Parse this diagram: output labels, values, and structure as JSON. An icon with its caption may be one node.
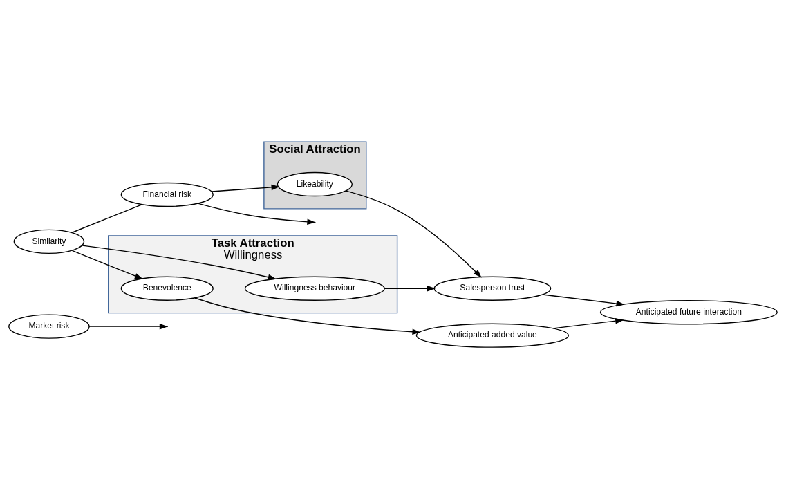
{
  "diagram": {
    "nodes": [
      {
        "text": [
          "Market risk"
        ]
      },
      {
        "text": [
          "Task Attraction",
          "Willingness"
        ]
      },
      {
        "text": [
          "Benevolence"
        ],
        "in": 1
      },
      {
        "text": [
          "Similarity"
        ]
      },
      {
        "text": [
          "Willingness behaviour"
        ],
        "in": 1
      },
      {
        "text": [
          "Financial risk"
        ]
      },
      {
        "text": [
          "Social Attraction"
        ]
      },
      {
        "text": [
          "Likeability"
        ],
        "in": 6
      },
      {
        "text": [
          "Salesperson trust"
        ]
      },
      {
        "text": [
          "Anticipated added value"
        ]
      },
      {
        "text": [
          "Anticipated future interaction"
        ]
      }
    ],
    "edges": [
      {
        "from": 0,
        "to": null,
        "arrow": "to"
      },
      {
        "from": 5,
        "to": null,
        "arrow": "to"
      },
      {
        "from": 3,
        "to": 2,
        "arrow": "to"
      },
      {
        "from": 3,
        "to": 4,
        "arrow": "to"
      },
      {
        "from": 3,
        "to": 5,
        "arrow": "none"
      },
      {
        "from": 5,
        "to": 7,
        "arrow": "to"
      },
      {
        "from": 2,
        "to": 9,
        "arrow": "to"
      },
      {
        "from": 4,
        "to": 8,
        "arrow": "to"
      },
      {
        "from": 7,
        "to": 8,
        "arrow": "to"
      },
      {
        "from": 8,
        "to": 10,
        "arrow": "to"
      },
      {
        "from": 9,
        "to": 10,
        "arrow": "to"
      }
    ]
  }
}
